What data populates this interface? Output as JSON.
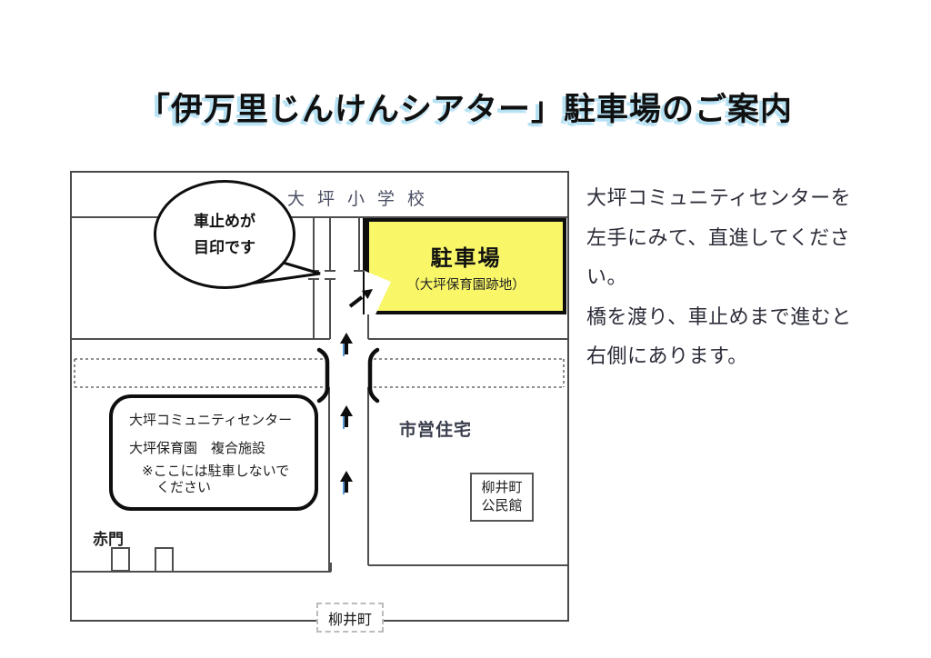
{
  "title": {
    "text": "「伊万里じんけんシアター」駐車場のご案内",
    "shadow_color": "#b5e1f3"
  },
  "directions": {
    "lines": [
      "大坪コミュニティセンターを",
      "左手にみて、直進してくださ",
      "い。",
      "橋を渡り、車止めまで進むと",
      "右側にあります。"
    ]
  },
  "map": {
    "school_label": "大坪小学校",
    "bubble": {
      "line1": "車止めが",
      "line2": "目印です"
    },
    "parking": {
      "title": "駐車場",
      "subtitle": "（大坪保育園跡地）",
      "fill_color": "#f9f768"
    },
    "community_center": {
      "line1": "大坪コミュニティセンター",
      "line2": "大坪保育園　複合施設",
      "line3": "※ここには駐車しないで",
      "line4": "ください"
    },
    "municipal_housing": "市営住宅",
    "community_hall": {
      "line1": "柳井町",
      "line2": "公民館"
    },
    "red_gate": "赤門",
    "bottom_town": "柳井町",
    "icons": {
      "route_arrow_up": "↑",
      "entrance_arrow": "↗",
      "bridge_symbol": ")("
    },
    "line_color": "#4e4e4e",
    "ink_color": "#0e0e0e",
    "arrow_fringe_color": "#5b9bd5"
  }
}
